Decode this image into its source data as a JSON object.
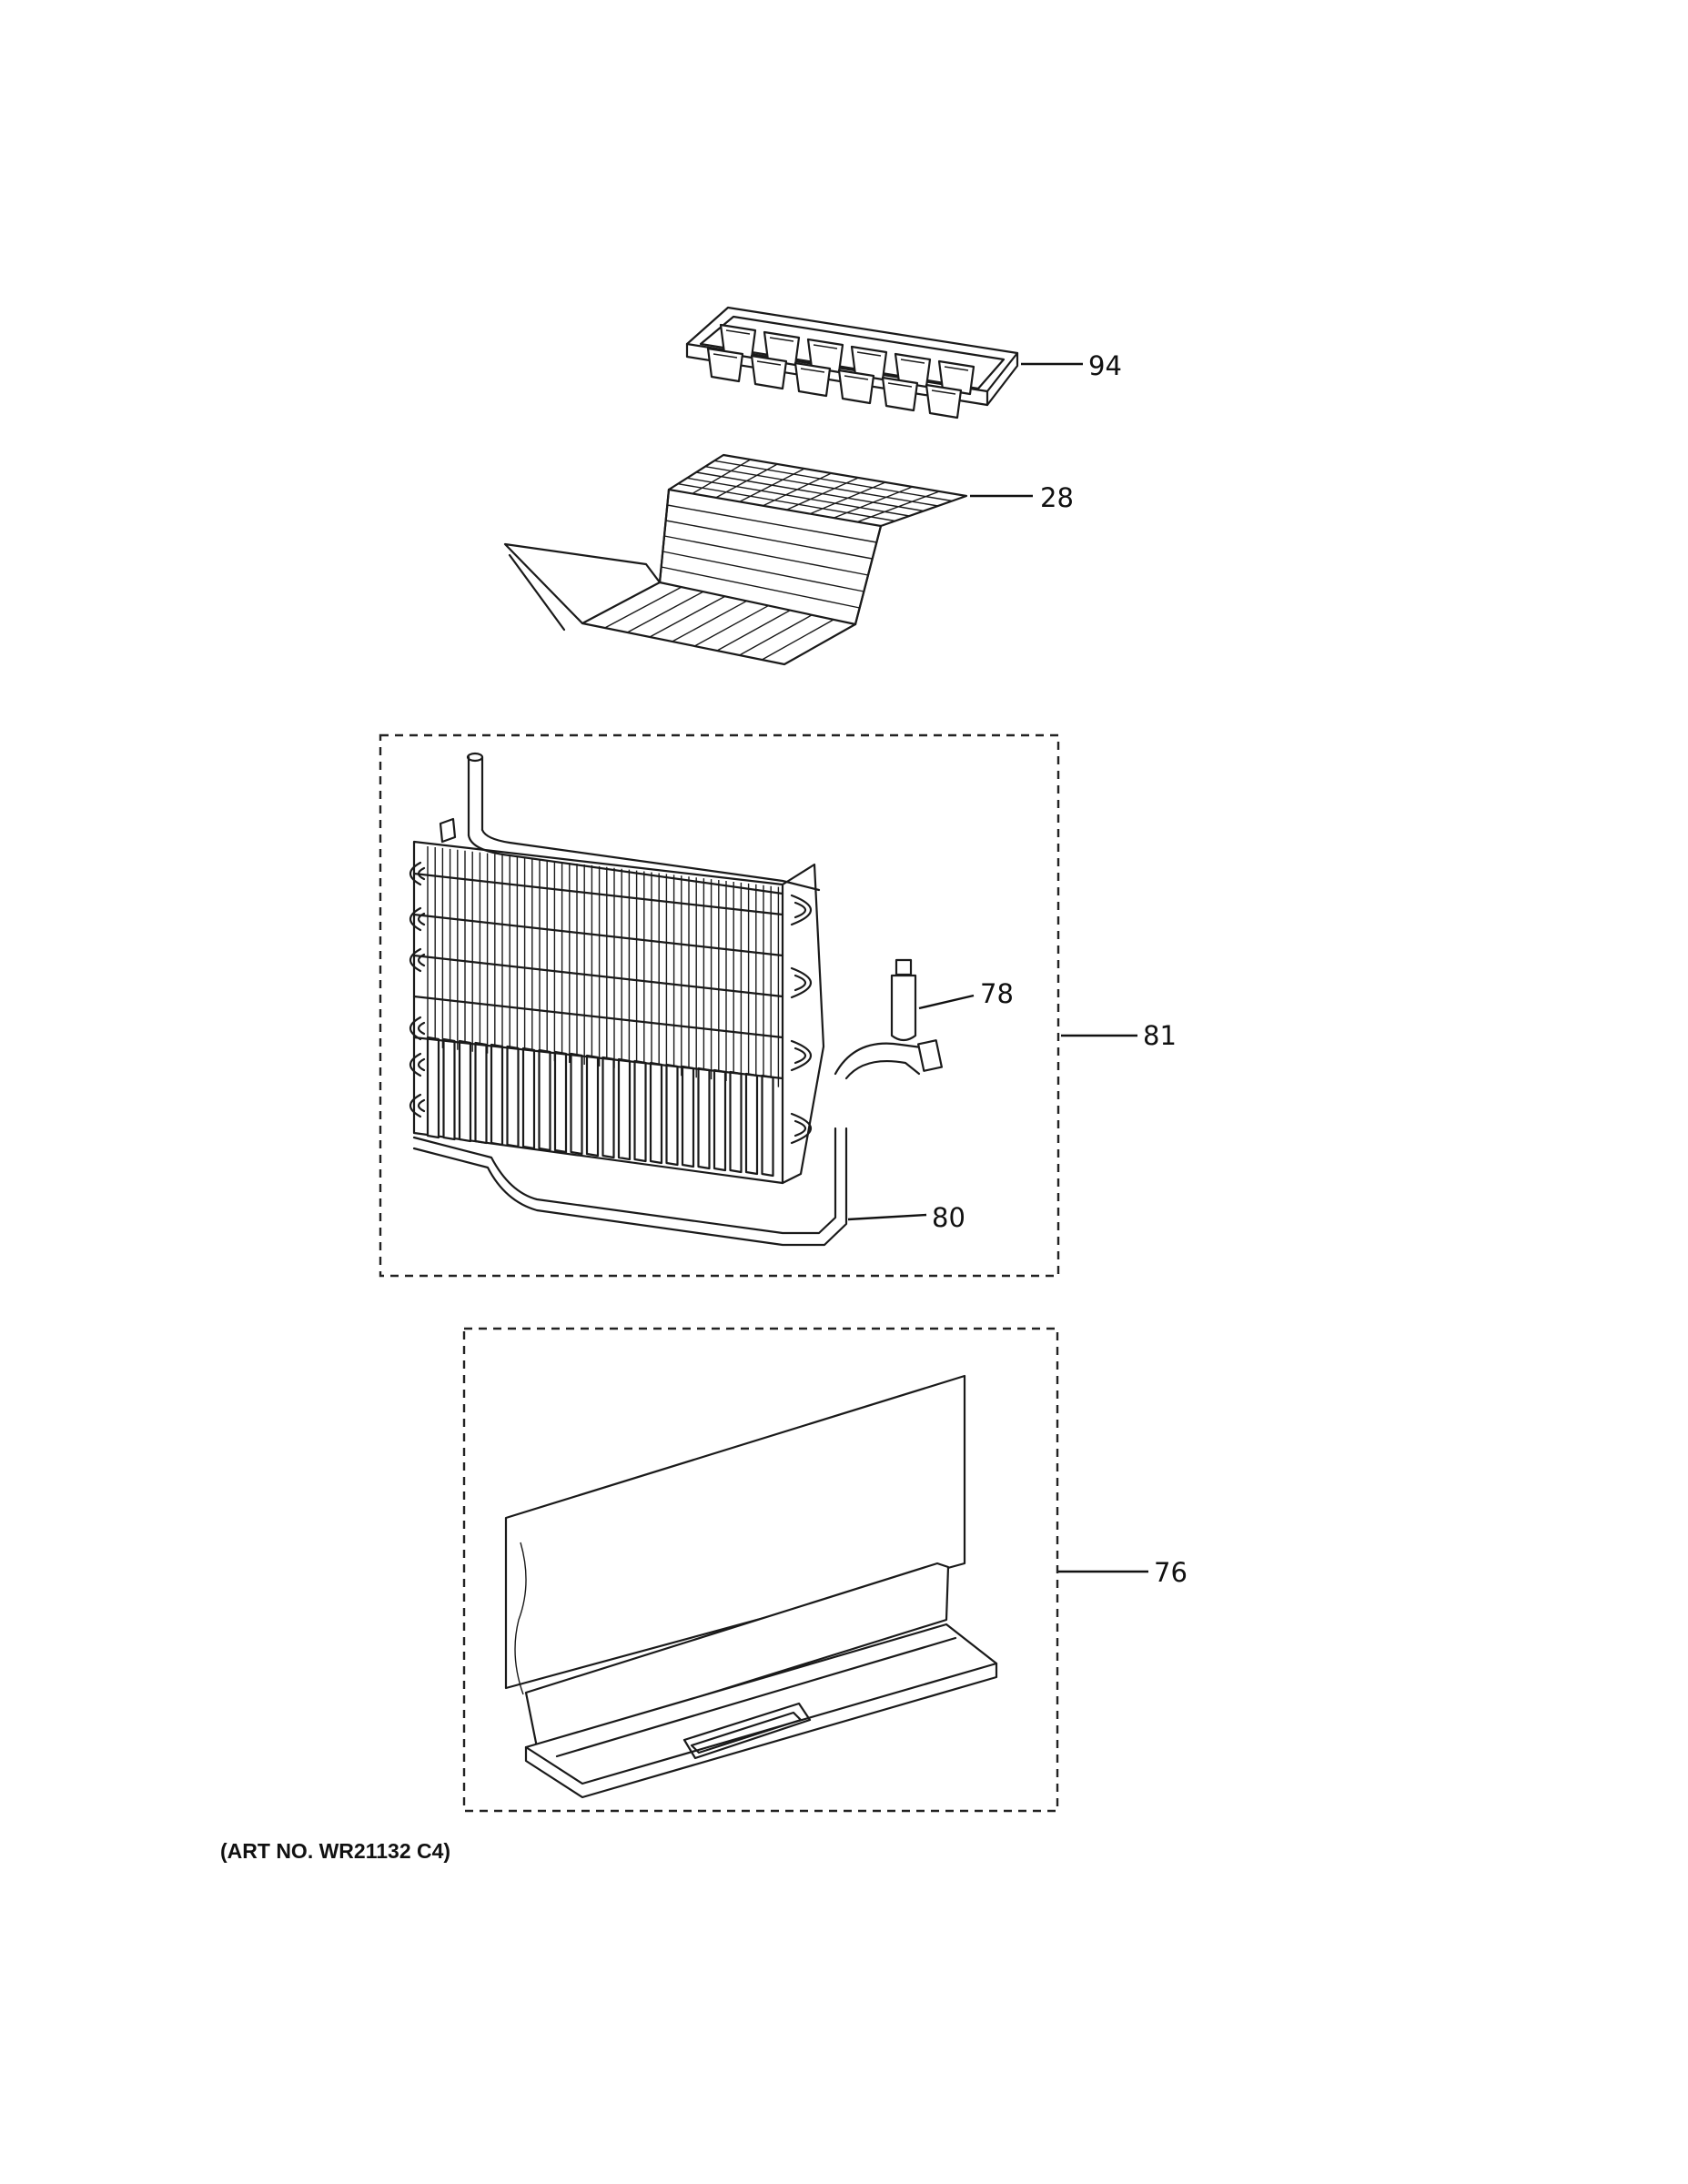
{
  "callouts": [
    {
      "id": "ice-tray",
      "label": "94"
    },
    {
      "id": "ice-tray-shelf",
      "label": "28"
    },
    {
      "id": "defrost-thermostat",
      "label": "78"
    },
    {
      "id": "evaporator-assembly",
      "label": "81"
    },
    {
      "id": "defrost-heater",
      "label": "80"
    },
    {
      "id": "drain-pan-heater-assembly",
      "label": "76"
    }
  ],
  "art_number": "(ART NO. WR21132 C4)"
}
